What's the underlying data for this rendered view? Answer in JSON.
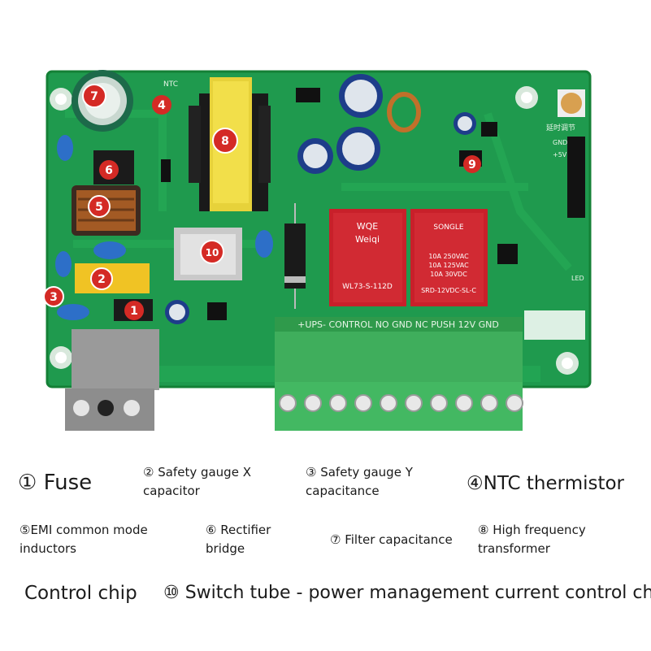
{
  "board": {
    "silkscreen": {
      "terminal_labels": "+UPS- CONTROL NO GND NC PUSH 12V GND",
      "ntc": "NTC",
      "delay_adjust": "延时调节",
      "gnd": "GND",
      "plus5v": "+5V",
      "led": "LED"
    },
    "relay_left": {
      "line1": "WQE",
      "line2": "Weiqi",
      "line3": "WL73-S-112D"
    },
    "relay_right": {
      "brand": "SONGLE",
      "line1": "10A 250VAC",
      "line2": "10A 125VAC",
      "line3": "10A 30VDC",
      "line4": "SRD-12VDC-SL-C"
    },
    "markers": [
      "1",
      "2",
      "3",
      "4",
      "5",
      "6",
      "7",
      "8",
      "9",
      "10"
    ]
  },
  "legend": {
    "item1": "① Fuse",
    "item2": "② Safety gauge X capacitor",
    "item3": "③ Safety gauge Y capacitance",
    "item4": "④NTC thermistor",
    "item5": "⑤EMI common mode inductors",
    "item6": "⑥ Rectifier bridge",
    "item7": "⑦ Filter capacitance",
    "item8": "⑧ High frequency transformer",
    "item9": "Control chip",
    "item10": "⑩ Switch tube - power management current control chip"
  },
  "colors": {
    "pcb": "#1f9a4e",
    "pcb_dark": "#17803f",
    "terminal_green": "#3fae5c",
    "terminal_grey": "#9a9a9a",
    "relay_red": "#c8202a",
    "marker_red": "#d42a25"
  }
}
